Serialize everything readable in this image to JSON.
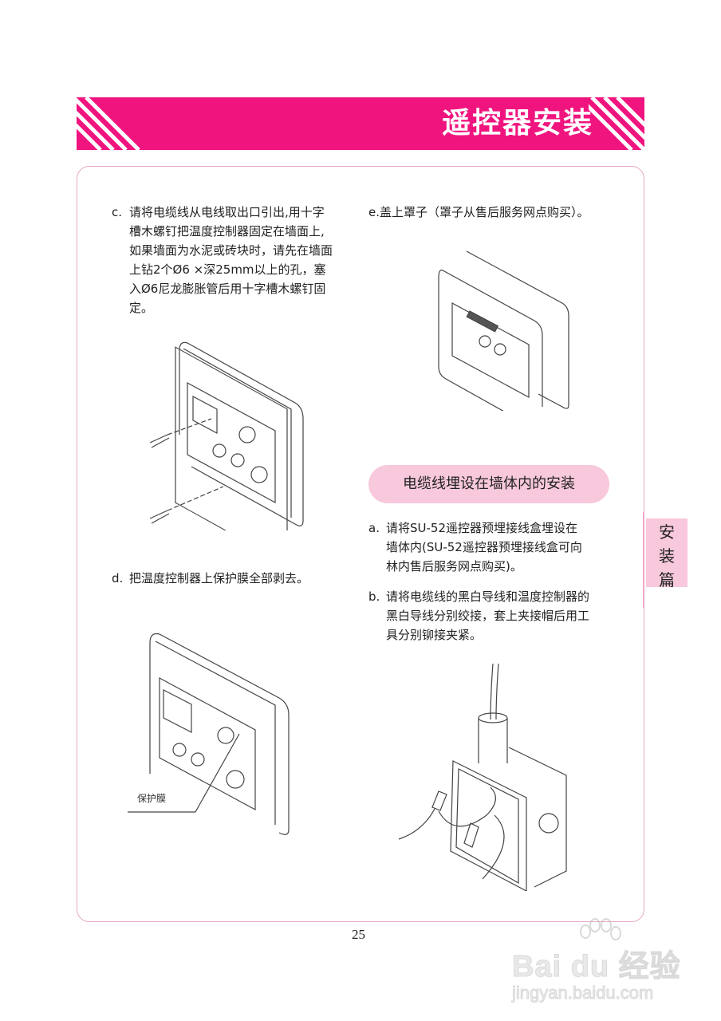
{
  "header": {
    "title": "遥控器安装",
    "banner_color": "#f0147f"
  },
  "left_column": {
    "step_c": {
      "label": "c.",
      "lines": [
        "请将电缆线从电线取出口引出,用十字",
        "槽木螺钉把温度控制器固定在墙面上,",
        "如果墙面为水泥或砖块时，请先在墙面",
        "上钻2个Ø6 ×深25mm以上的孔，塞",
        "入Ø6尼龙膨胀管后用十字槽木螺钉固",
        "定。"
      ]
    },
    "step_d": {
      "label": "d.",
      "text": "把温度控制器上保护膜全部剥去。"
    },
    "figure_d_callout": "保护膜"
  },
  "right_column": {
    "step_e": {
      "label": "e.",
      "text": "盖上罩子（罩子从售后服务网点购买）。"
    },
    "section_heading": "电缆线埋设在墙体内的安装",
    "step_a": {
      "label": "a.",
      "lines": [
        "请将SU-52遥控器预埋接线盒埋设在",
        "墙体内(SU-52遥控器预埋接线盒可向",
        "林内售后服务网点购买)。"
      ]
    },
    "step_b": {
      "label": "b.",
      "lines": [
        "请将电缆线的黑白导线和温度控制器的",
        "黑白导线分别绞接，套上夹接帽后用工",
        "具分别铆接夹紧。"
      ]
    }
  },
  "side_tab": {
    "chars": [
      "安",
      "装",
      "篇"
    ],
    "color": "#f8c8dc"
  },
  "footer": {
    "page_number": "25"
  },
  "watermark": {
    "brand": "Bai du 经验",
    "url": "jingyan.baidu.com"
  }
}
